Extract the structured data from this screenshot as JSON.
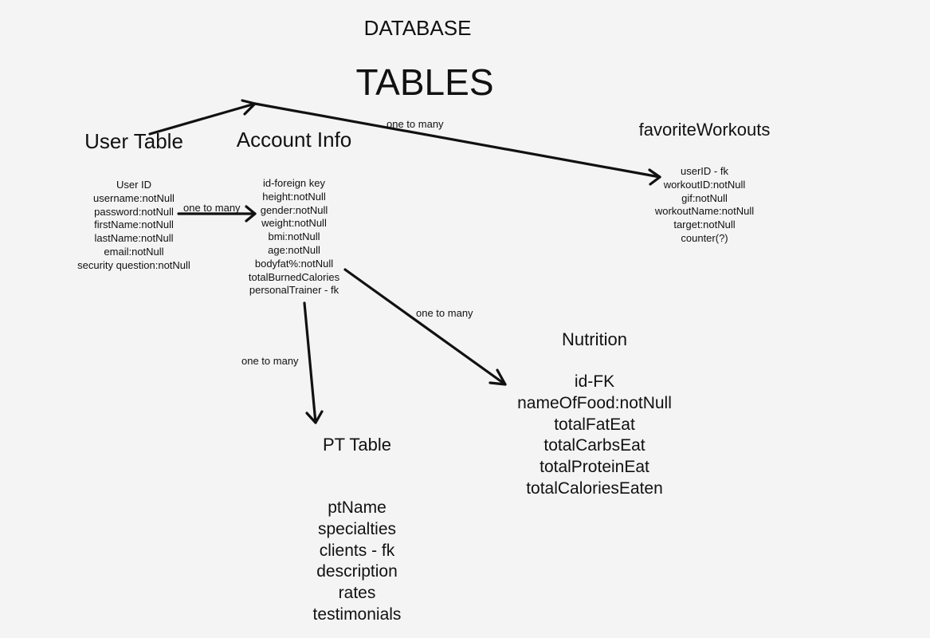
{
  "diagram": {
    "title": "DATABASE",
    "subtitle": "TABLES"
  },
  "tables": {
    "user": {
      "name": "User Table",
      "fields": [
        "User ID",
        "username:notNull",
        "password:notNull",
        "firstName:notNull",
        "lastName:notNull",
        "email:notNull",
        "security question:notNull"
      ]
    },
    "account": {
      "name": "Account Info",
      "fields": [
        "id-foreign key",
        "height:notNull",
        "gender:notNull",
        "weight:notNull",
        "bmi:notNull",
        "age:notNull",
        "bodyfat%:notNull",
        "totalBurnedCalories",
        "personalTrainer - fk"
      ]
    },
    "favorites": {
      "name": "favoriteWorkouts",
      "fields": [
        "userID - fk",
        "workoutID:notNull",
        "gif:notNull",
        "workoutName:notNull",
        "target:notNull",
        "counter(?)"
      ]
    },
    "pt": {
      "name": "PT Table",
      "fields": [
        "ptName",
        "specialties",
        "clients - fk",
        "description",
        "rates",
        "testimonials"
      ]
    },
    "nutrition": {
      "name": "Nutrition",
      "fields": [
        "id-FK",
        "nameOfFood:notNull",
        "totalFatEat",
        "totalCarbsEat",
        "totalProteinEat",
        "totalCaloriesEaten"
      ]
    }
  },
  "relationships": [
    {
      "from": "User Table",
      "to": "Account Info",
      "label": ""
    },
    {
      "from": "User Table",
      "to": "Account Info",
      "label": "one to many"
    },
    {
      "from": "Account Info",
      "to": "favoriteWorkouts",
      "label": "one to many"
    },
    {
      "from": "Account Info",
      "to": "PT Table",
      "label": "one to many"
    },
    {
      "from": "Account Info",
      "to": "Nutrition",
      "label": "one to many"
    }
  ]
}
